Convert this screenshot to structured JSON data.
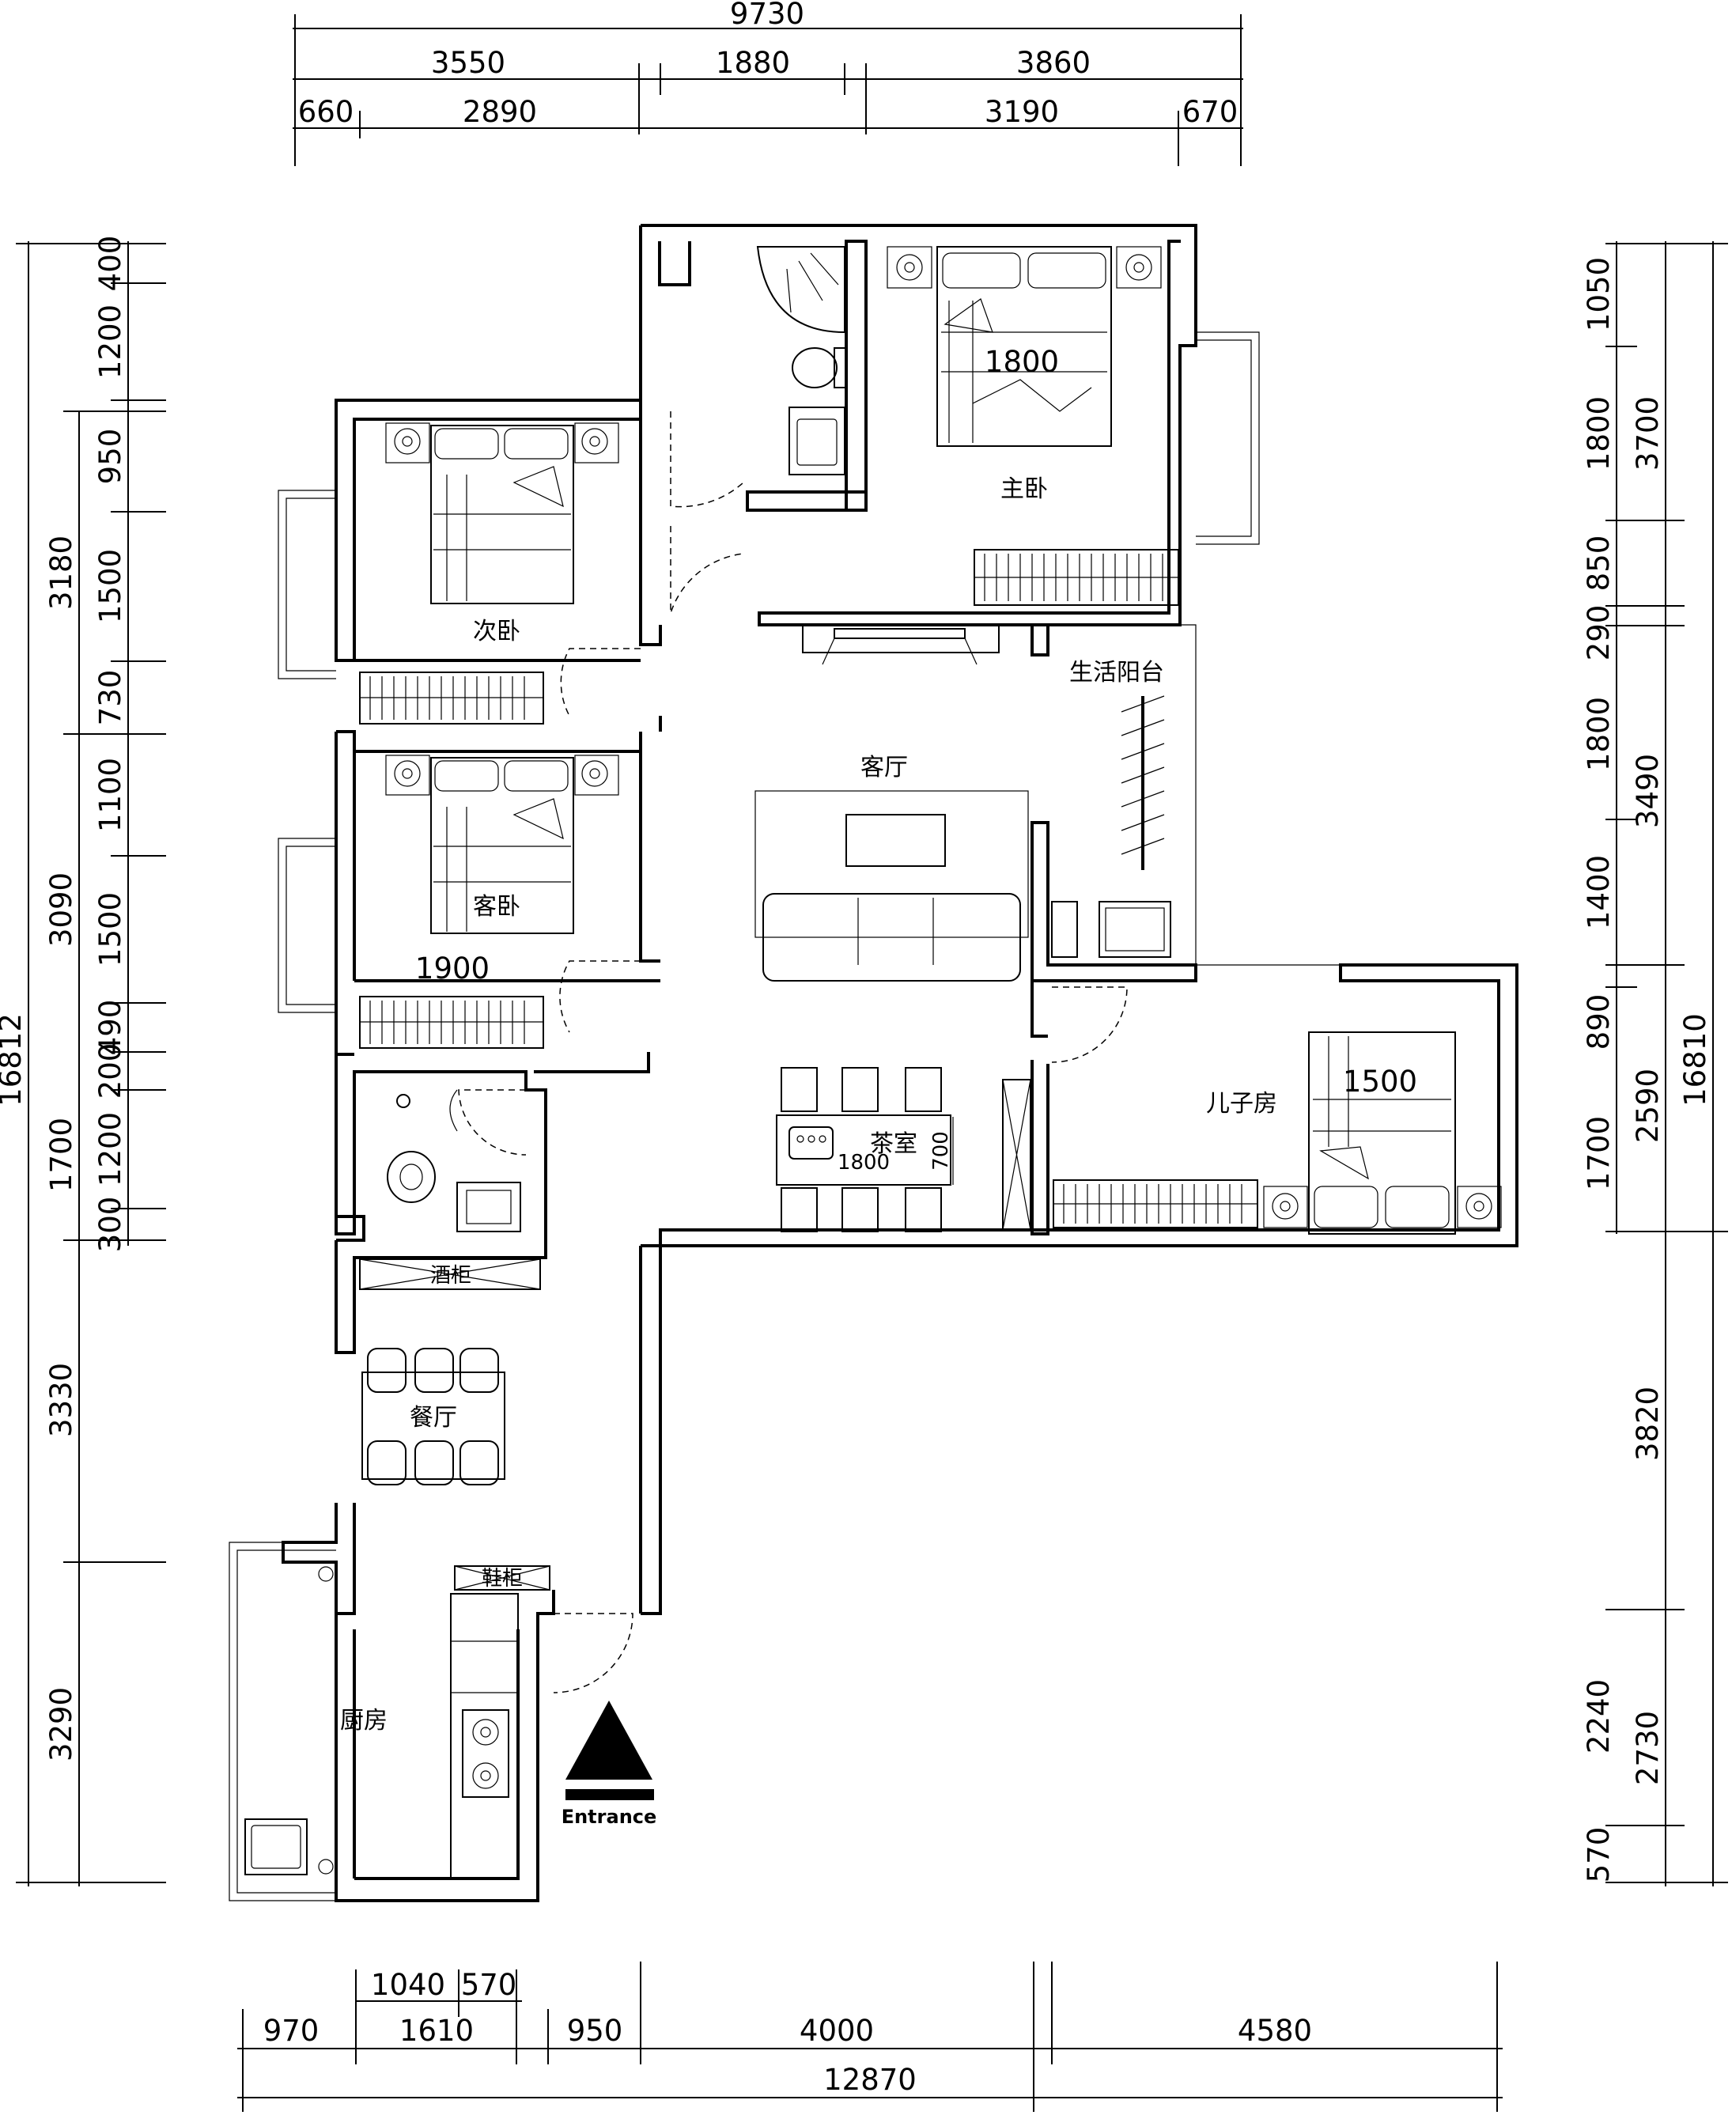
{
  "dims": {
    "top": [
      "9730",
      "3550",
      "1880",
      "3860",
      "660",
      "2890",
      "3190",
      "670"
    ],
    "bottom": [
      "1040",
      "570",
      "970",
      "1610",
      "950",
      "4000",
      "4580",
      "12870"
    ],
    "left": [
      "400",
      "1200",
      "950",
      "3180",
      "1500",
      "730",
      "1100",
      "3090",
      "1500",
      "490",
      "200",
      "1200",
      "1700",
      "300",
      "3330",
      "3290",
      "16812"
    ],
    "right": [
      "1050",
      "1800",
      "3700",
      "850",
      "290",
      "1800",
      "3490",
      "1400",
      "890",
      "2590",
      "1700",
      "16810",
      "3820",
      "2240",
      "2730",
      "570"
    ]
  },
  "rooms": {
    "master": "主卧",
    "second": "次卧",
    "guest": "客卧",
    "living": "客厅",
    "balcony": "生活阳台",
    "kids": "儿子房",
    "tea": "茶室",
    "dining": "餐厅",
    "kitchen": "厨房",
    "wine": "酒柜",
    "shoe": "鞋柜"
  },
  "furniture": {
    "bed_master": "1800",
    "bed_kids": "1500",
    "guest_width": "1900",
    "tea_len": "1800",
    "tea_width": "700"
  },
  "entrance": "Entrance"
}
